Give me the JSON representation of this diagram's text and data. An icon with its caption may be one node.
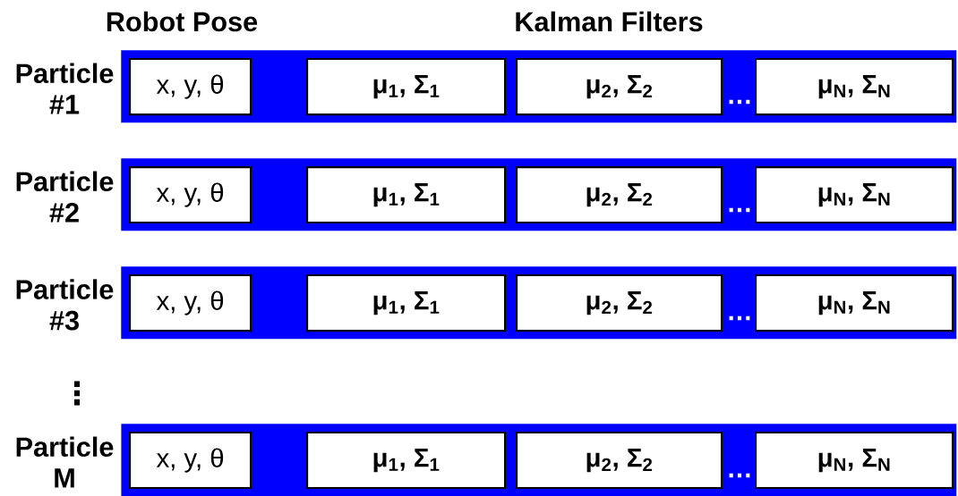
{
  "diagram": {
    "nodes": [
      {
        "text": [
          "Particle #1"
        ]
      },
      {
        "text": [
          "x, y, θ"
        ],
        "in": 0
      },
      {
        "text": [
          "μ$_{1}$, Σ$_{1}$"
        ],
        "in": 0
      },
      {
        "text": [
          "μ$_{2}$, Σ$_{2}$"
        ],
        "in": 0
      },
      {
        "text": [
          "μ$_{N}$, Σ$_{N}$"
        ],
        "in": 0
      },
      {
        "text": [
          "Particle #2"
        ]
      },
      {
        "text": [
          "x, y, θ"
        ],
        "in": 5
      },
      {
        "text": [
          "μ$_{1}$, Σ$_{1}$"
        ],
        "in": 5
      },
      {
        "text": [
          "μ$_{2}$, Σ$_{2}$"
        ],
        "in": 5
      },
      {
        "text": [
          "μ$_{N}$, Σ$_{N}$"
        ],
        "in": 5
      },
      {
        "text": [
          "Particle #3"
        ]
      },
      {
        "text": [
          "x, y, θ"
        ],
        "in": 10
      },
      {
        "text": [
          "μ$_{1}$, Σ$_{1}$"
        ],
        "in": 10
      },
      {
        "text": [
          "μ$_{2}$, Σ$_{2}$"
        ],
        "in": 10
      },
      {
        "text": [
          "μ$_{N}$, Σ$_{N}$"
        ],
        "in": 10
      },
      {
        "text": [
          "Particle M"
        ]
      },
      {
        "text": [
          "x, y, θ"
        ],
        "in": 15
      },
      {
        "text": [
          "μ$_{1}$, Σ$_{1}$"
        ],
        "in": 15
      },
      {
        "text": [
          "μ$_{2}$, Σ$_{2}$"
        ],
        "in": 15
      },
      {
        "text": [
          "μ$_{N}$, Σ$_{N}$"
        ],
        "in": 15
      }
    ],
    "labels": [
      "Robot Pose",
      "Kalman Filters",
      "…",
      "…",
      "…",
      "⋮",
      "…"
    ]
  }
}
